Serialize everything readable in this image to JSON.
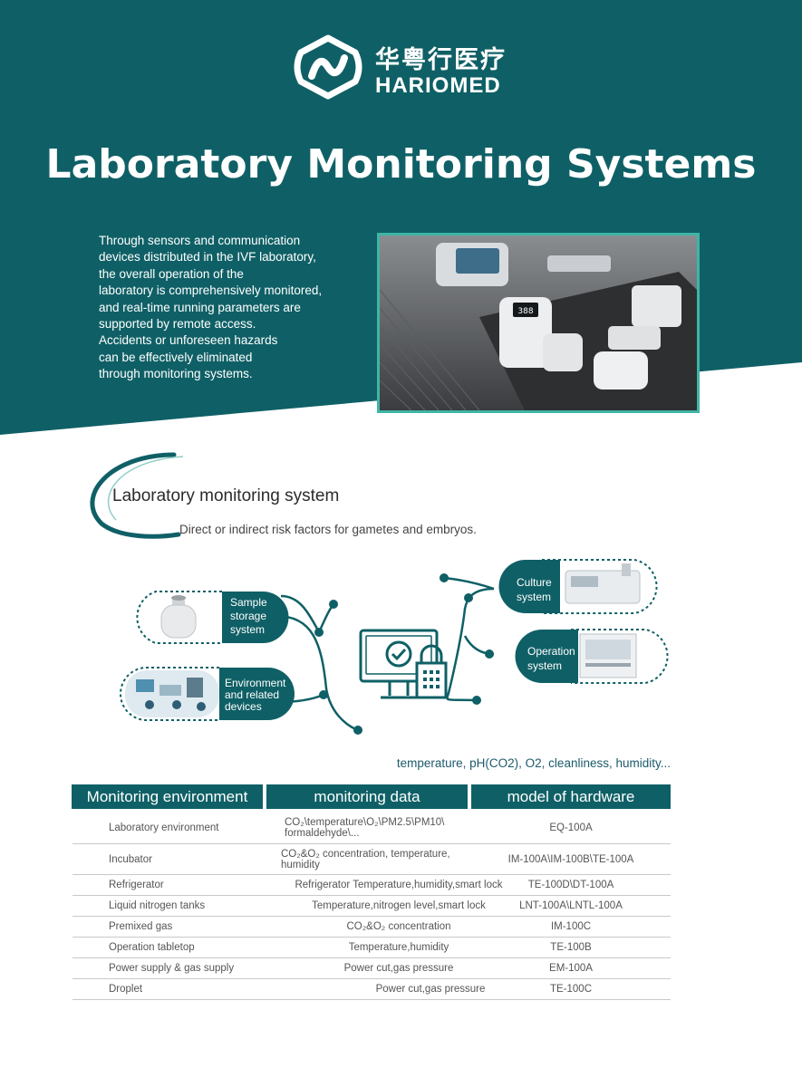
{
  "brand": {
    "name_cn": "华粤行医疗",
    "name_en": "HARIOMED",
    "teal": "#0f6066",
    "accent": "#3fb5a6"
  },
  "hero": {
    "title": "Laboratory Monitoring Systems",
    "intro_lines": [
      "Through sensors and communication",
      "devices distributed in the IVF laboratory,",
      "the overall operation of the",
      "laboratory is comprehensively monitored,",
      "and real-time running parameters are",
      "supported by remote access.",
      "Accidents or unforeseen hazards",
      "can be effectively eliminated",
      "through monitoring systems."
    ],
    "device_screen_value": "388"
  },
  "section": {
    "title": "Laboratory monitoring system",
    "subtitle": "Direct or indirect risk factors for gametes and embryos."
  },
  "diagram": {
    "sample_storage": [
      "Sample",
      "storage",
      "system"
    ],
    "environment": [
      "Environment",
      "and related",
      "devices"
    ],
    "culture": [
      "Culture",
      "system"
    ],
    "operation": [
      "Operation",
      "system"
    ],
    "center_icon": "monitor-lock-icon"
  },
  "params_line": "temperature, pH(CO2), O2, cleanliness, humidity...",
  "table": {
    "headers": [
      "Monitoring environment",
      "monitoring data",
      "model of hardware"
    ],
    "rows": [
      {
        "env": "Laboratory environment",
        "data": "CO₂\\temperature\\O₂\\PM2.5\\PM10\\",
        "data2": "formaldehyde\\...",
        "model": "EQ-100A"
      },
      {
        "env": "Incubator",
        "data": "CO₂&O₂ concentration, temperature,",
        "data2": "humidity",
        "model": "IM-100A\\IM-100B\\TE-100A"
      },
      {
        "env": "Refrigerator",
        "data": "Refrigerator Temperature,humidity,smart lock",
        "data2": "",
        "model": "TE-100D\\DT-100A"
      },
      {
        "env": "Liquid nitrogen tanks",
        "data": "Temperature,nitrogen level,smart lock",
        "data2": "",
        "model": "LNT-100A\\LNTL-100A"
      },
      {
        "env": "Premixed gas",
        "data": "CO₂&O₂ concentration",
        "data2": "",
        "model": "IM-100C"
      },
      {
        "env": "Operation tabletop",
        "data": "Temperature,humidity",
        "data2": "",
        "model": "TE-100B"
      },
      {
        "env": "Power supply & gas supply",
        "data": "Power cut,gas pressure",
        "data2": "",
        "model": "EM-100A"
      },
      {
        "env": "Droplet",
        "data": "Power cut,gas pressure",
        "data2": "",
        "model": "TE-100C"
      }
    ]
  }
}
